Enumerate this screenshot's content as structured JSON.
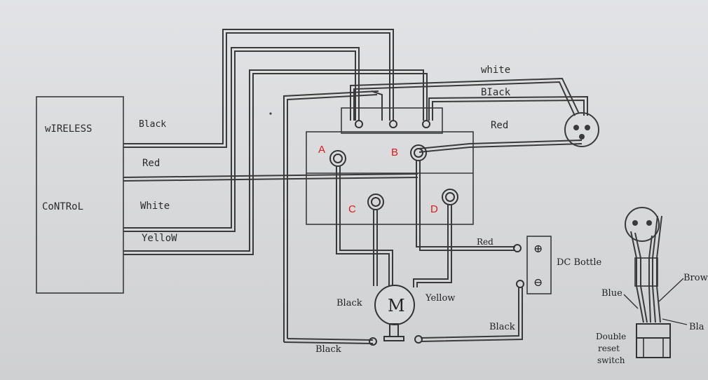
{
  "controller": {
    "line1": "wIRELESS",
    "line2": "CoNTRoL"
  },
  "left_wires": {
    "black": "Black",
    "red": "Red",
    "white": "White",
    "yellow": "YelloW"
  },
  "top_wires": {
    "white": "white",
    "black": "BIack",
    "red": "Red"
  },
  "terminals": {
    "a": "A",
    "b": "B",
    "c": "C",
    "d": "D"
  },
  "motor": {
    "symbol": "M",
    "left_wire": "Black",
    "right_wire": "Yellow",
    "bottom_wire": "Black"
  },
  "battery": {
    "label": "DC Bottle",
    "plus": "⊕",
    "minus": "⊖",
    "red_lead": "Red",
    "black_lead": "Black"
  },
  "switch": {
    "blue": "Blue",
    "brown": "Brow",
    "black": "Bla",
    "caption_1": "Double",
    "caption_2": "reset",
    "caption_3": "switch"
  },
  "colors": {
    "paper": "#dcdde0",
    "ink": "#3a3a3a",
    "terminal_labels": "#e01818"
  }
}
